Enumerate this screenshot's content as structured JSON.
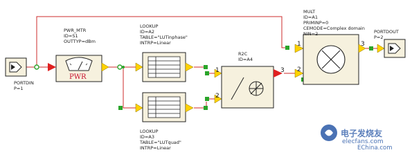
{
  "colors": {
    "wire": "#cc2b2b",
    "box_bg": "#f6f1de",
    "box_border": "#222222",
    "arrow_red": "#e02020",
    "arrow_yellow": "#ffd200",
    "node_green": "#2aa52a"
  },
  "portdin": {
    "lines": [
      "PORTDIN",
      "P=1"
    ]
  },
  "portdout": {
    "lines": [
      "PORTDOUT",
      "P=2"
    ]
  },
  "pwr_mtr": {
    "lines": [
      "PWR_MTR",
      "ID=S1",
      "OUTTYP=dBm"
    ],
    "glyph": "PWR"
  },
  "lookup_a2": {
    "lines": [
      "LOOKUP",
      "ID=A2",
      "TABLE=\"LUTinphase\"",
      "INTRP=Linear"
    ]
  },
  "lookup_a3": {
    "lines": [
      "LOOKUP",
      "ID=A3",
      "TABLE=\"LUTquad\"",
      "INTRP=Linear"
    ]
  },
  "r2c": {
    "lines": [
      "R2C",
      "ID=A4"
    ],
    "pin1": "1",
    "pin2": "2",
    "pin3": "3"
  },
  "mult": {
    "lines": [
      "MULT",
      "ID=A1",
      "PRIMINP=0",
      "CEMODE=Complex domain",
      "NIN=2"
    ],
    "pin1": "1",
    "pin2": "2",
    "pin3": "3"
  },
  "watermark": {
    "cn": "电子发烧友",
    "en": "elecfans.com",
    "site": "EChina.com"
  }
}
